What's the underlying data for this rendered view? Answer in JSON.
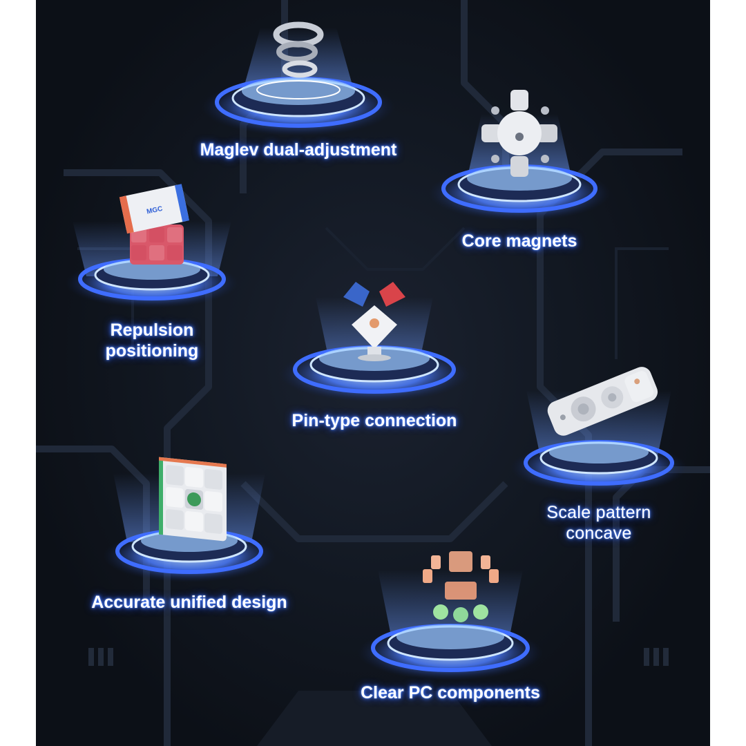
{
  "features": [
    {
      "id": "maglev",
      "label": "Maglev dual-adjustment",
      "icon": "magnet-rings-icon"
    },
    {
      "id": "core",
      "label": "Core magnets",
      "icon": "core-magnets-icon"
    },
    {
      "id": "repulsion",
      "label_lines": [
        "Repulsion",
        "positioning"
      ],
      "icon": "cube-icon"
    },
    {
      "id": "pin",
      "label": "Pin-type connection",
      "icon": "pin-connection-icon"
    },
    {
      "id": "scale",
      "label_lines": [
        "Scale pattern",
        "concave"
      ],
      "icon": "scale-pattern-icon"
    },
    {
      "id": "accurate",
      "label": "Accurate unified design",
      "icon": "cube-face-icon"
    },
    {
      "id": "clear",
      "label": "Clear PC components",
      "icon": "clear-components-icon"
    }
  ],
  "cube_logo": "MGC",
  "colors": {
    "background": "#121822",
    "glow": "#2f6bff",
    "ring": "#4d7dff",
    "label": "#ffffff"
  }
}
